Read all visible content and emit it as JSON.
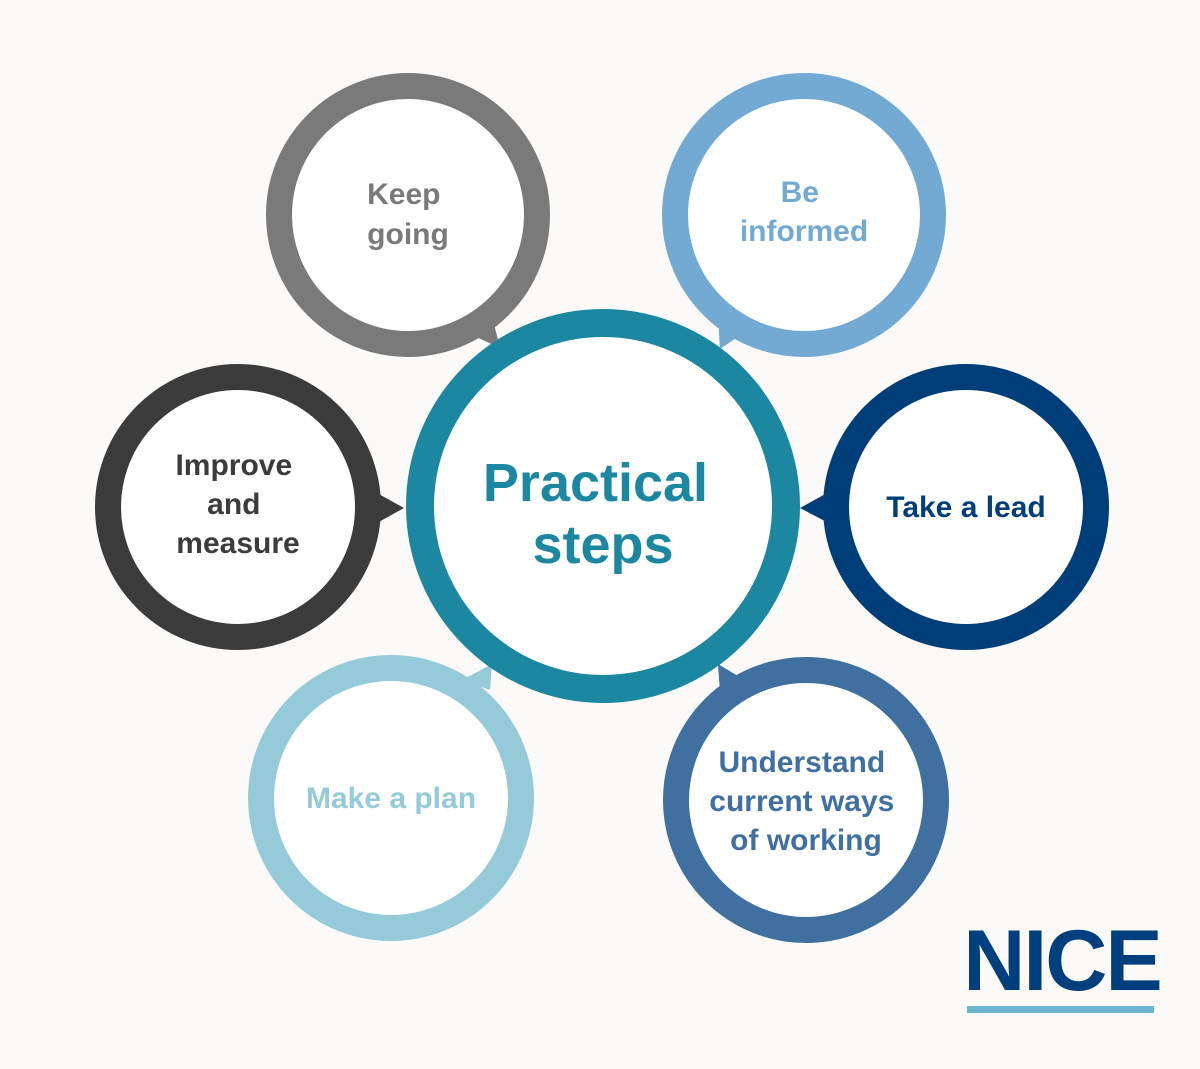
{
  "center": {
    "title_lines": [
      "Practical",
      "steps"
    ]
  },
  "nodes": [
    {
      "id": "keep-going",
      "lines": [
        "Keep",
        "going"
      ],
      "color": "#7a7a7a"
    },
    {
      "id": "be-informed",
      "lines": [
        "Be",
        "informed"
      ],
      "color": "#72aad3"
    },
    {
      "id": "improve-and-measure",
      "lines": [
        "Improve",
        "and",
        "measure"
      ],
      "color": "#3b3b3c"
    },
    {
      "id": "take-a-lead",
      "lines": [
        "Take a lead"
      ],
      "color": "#003e79"
    },
    {
      "id": "make-a-plan",
      "lines": [
        "Make a plan"
      ],
      "color": "#95cad9"
    },
    {
      "id": "understand-current-ways-of-working",
      "lines": [
        "Understand",
        "current ways",
        "of working"
      ],
      "color": "#3f70a0"
    }
  ],
  "colors": {
    "center": "#1b87a0",
    "background": "#fbfaf8",
    "logo_text": "#003f7d",
    "logo_underline": "#6ab5cf"
  },
  "logo": {
    "text": "NICE"
  }
}
